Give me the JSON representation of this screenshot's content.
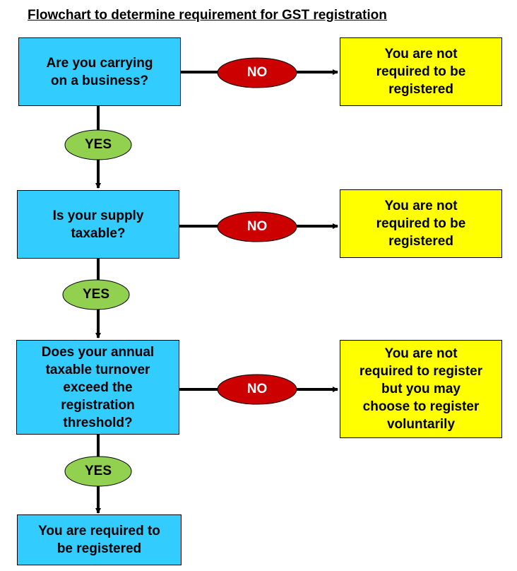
{
  "title": "Flowchart to determine requirement for GST registration",
  "questions": [
    {
      "lines": [
        "Are you carrying",
        "on a business?"
      ]
    },
    {
      "lines": [
        "Is your supply",
        "taxable?"
      ]
    },
    {
      "lines": [
        "Does your annual",
        "taxable turnover",
        "exceed the",
        "registration",
        "threshold?"
      ]
    }
  ],
  "outcomes": [
    {
      "lines": [
        "You are not",
        "required to be",
        "registered"
      ]
    },
    {
      "lines": [
        "You are not",
        "required to be",
        "registered"
      ]
    },
    {
      "lines": [
        "You are not",
        "required to register",
        "but you may",
        "choose to register",
        "voluntarily"
      ]
    }
  ],
  "final": {
    "lines": [
      "You are required to",
      "be registered"
    ]
  },
  "labels": {
    "yes": "YES",
    "no": "NO"
  },
  "colors": {
    "question": "#33ccff",
    "outcome": "#ffff00",
    "yes_oval": "#92d050",
    "no_oval": "#cc0000"
  }
}
